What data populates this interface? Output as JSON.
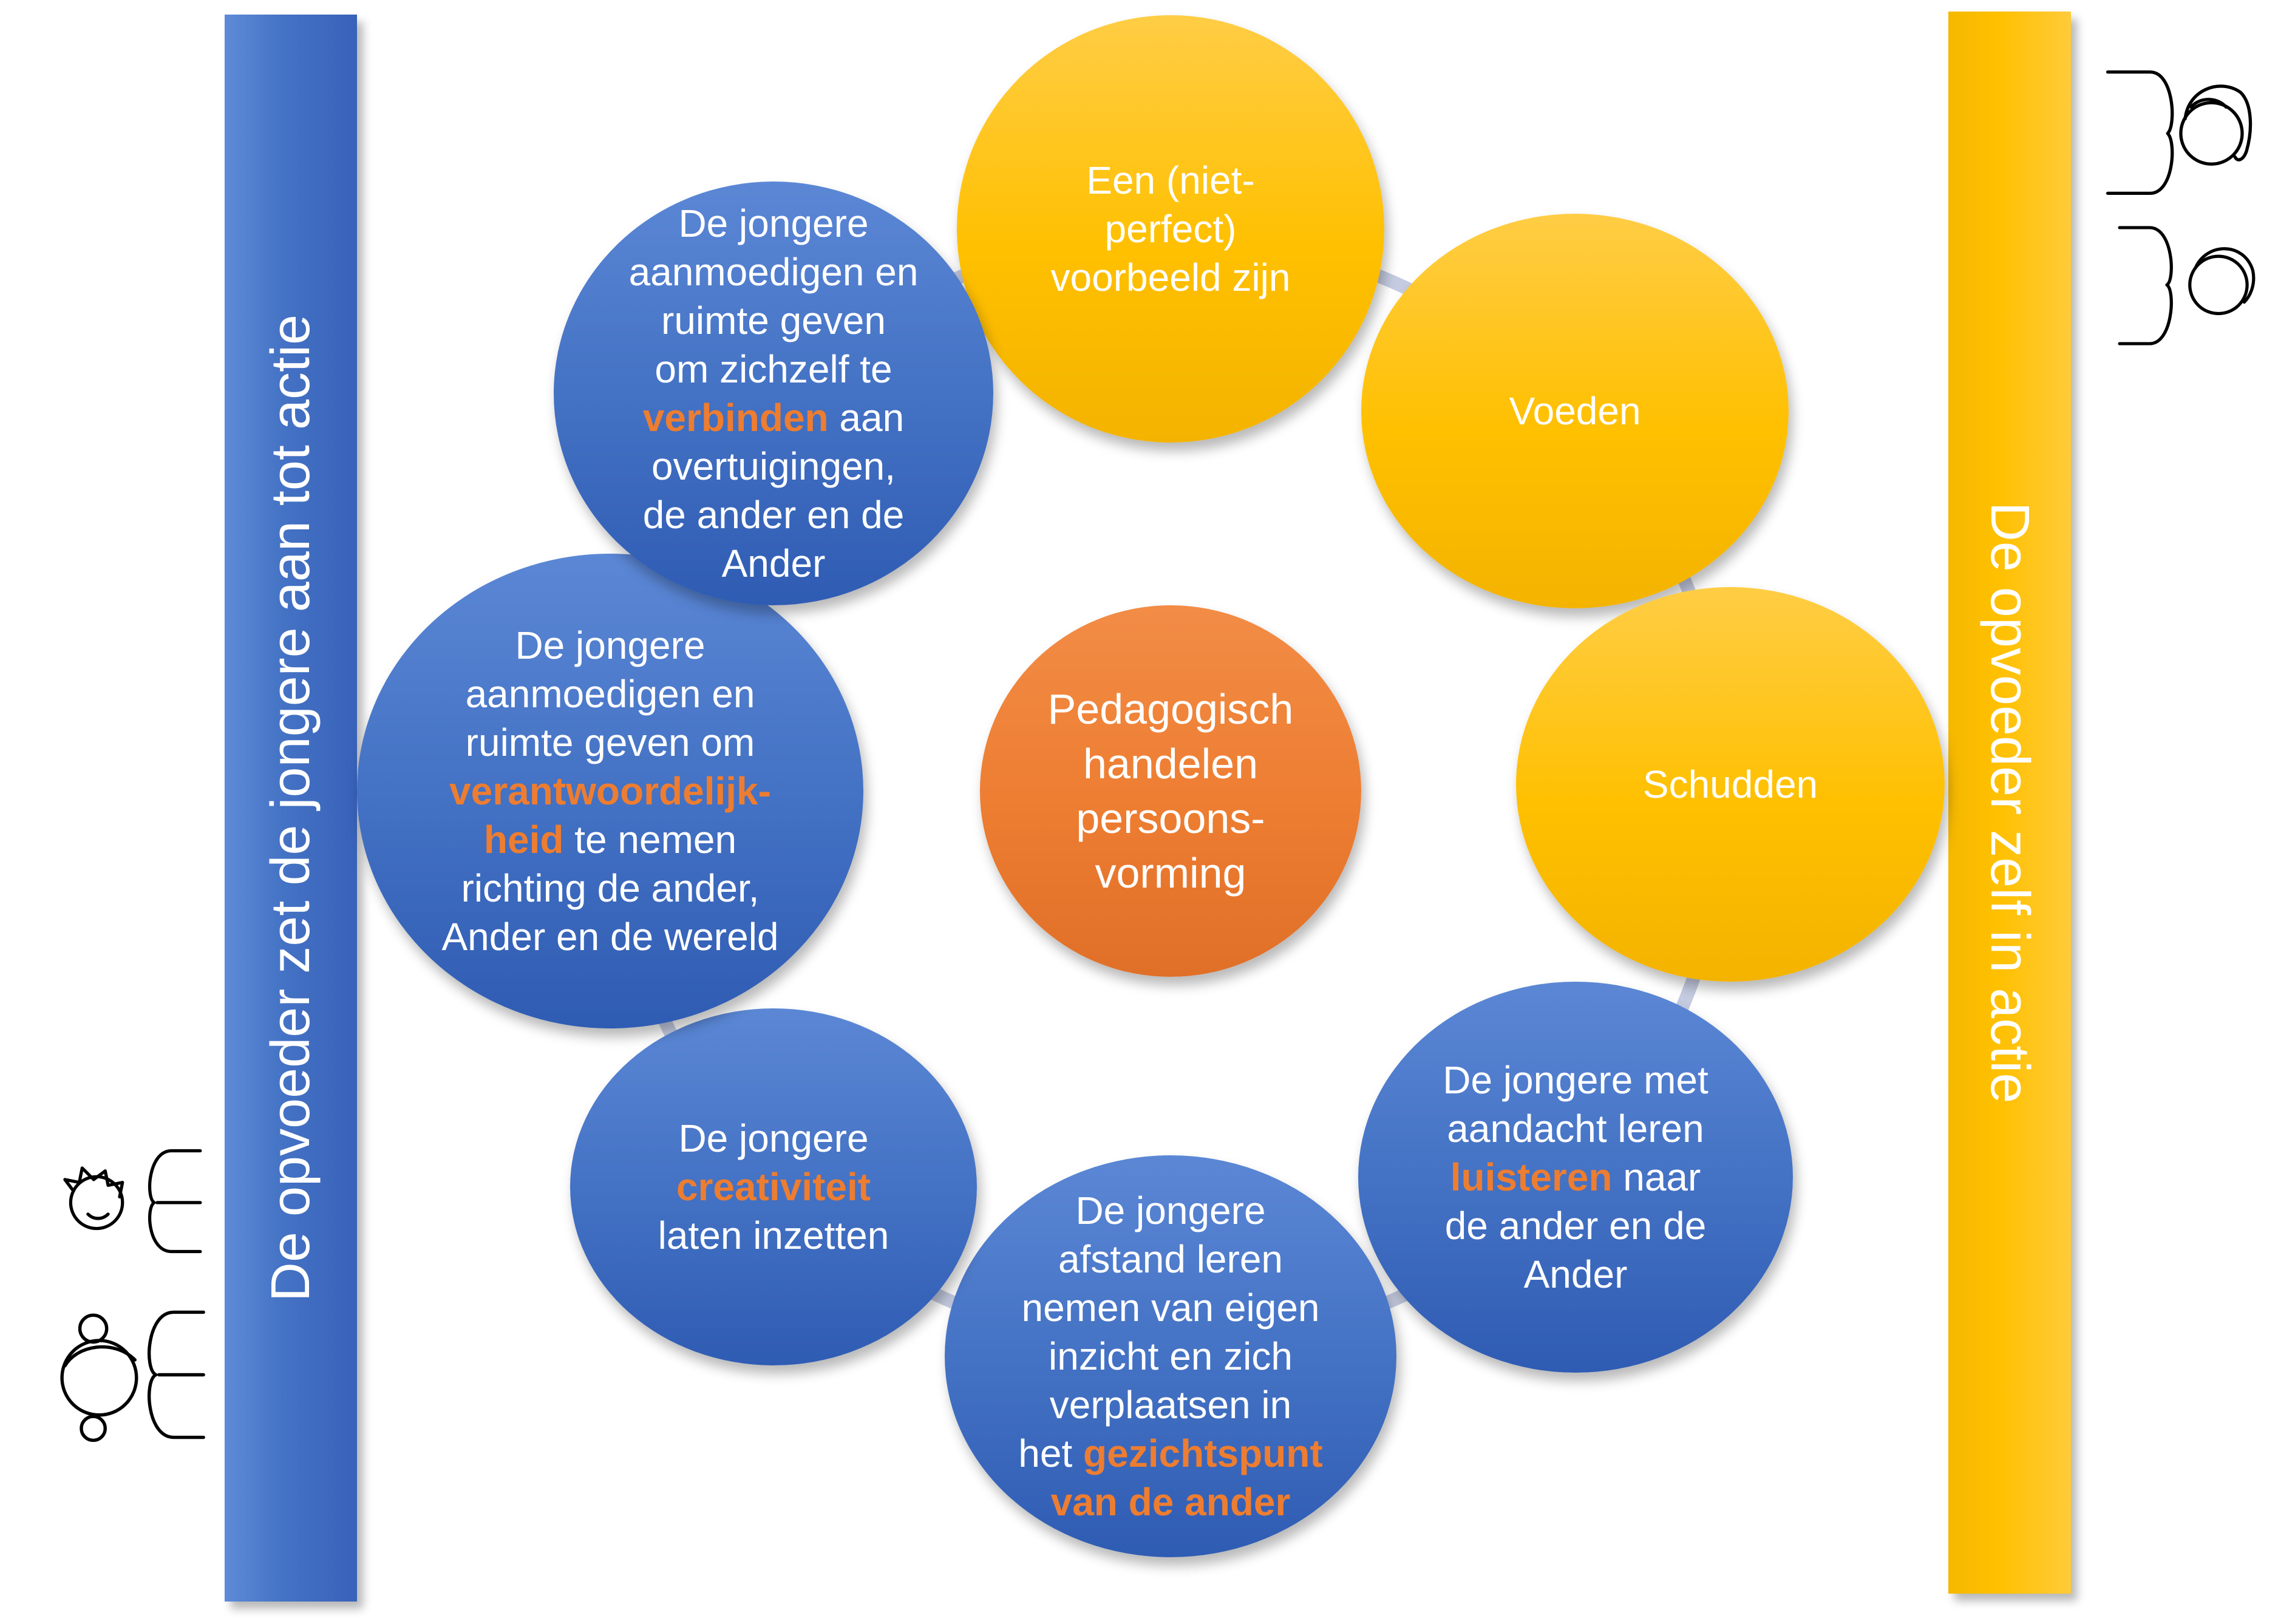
{
  "side_bars": {
    "left_label": "De opvoeder zet de jongere aan tot actie",
    "right_label": "De opvoeder zelf in actie"
  },
  "center": {
    "lines": [
      "Pedagogisch",
      "handelen",
      "persoons-",
      "vorming"
    ]
  },
  "circles": {
    "voorbeeld": {
      "lines": [
        [
          {
            "text": "Een (niet-"
          }
        ],
        [
          {
            "text": "perfect)"
          }
        ],
        [
          {
            "text": "voorbeeld zijn"
          }
        ]
      ]
    },
    "voeden": {
      "lines": [
        [
          {
            "text": "Voeden"
          }
        ]
      ]
    },
    "schudden": {
      "lines": [
        [
          {
            "text": "Schudden"
          }
        ]
      ]
    },
    "luisteren": {
      "lines": [
        [
          {
            "text": "De jongere met"
          }
        ],
        [
          {
            "text": "aandacht leren"
          }
        ],
        [
          {
            "text": "luisteren",
            "emphasis": true
          },
          {
            "text": " naar"
          }
        ],
        [
          {
            "text": "de ander en de"
          }
        ],
        [
          {
            "text": "Ander"
          }
        ]
      ]
    },
    "afstand": {
      "lines": [
        [
          {
            "text": "De jongere"
          }
        ],
        [
          {
            "text": "afstand leren"
          }
        ],
        [
          {
            "text": "nemen van eigen"
          }
        ],
        [
          {
            "text": "inzicht en zich"
          }
        ],
        [
          {
            "text": "verplaatsen in"
          }
        ],
        [
          {
            "text": "het "
          },
          {
            "text": "gezichtspunt",
            "emphasis": true
          }
        ],
        [
          {
            "text": "van de ander",
            "emphasis": true
          }
        ]
      ]
    },
    "creativiteit": {
      "lines": [
        [
          {
            "text": "De jongere"
          }
        ],
        [
          {
            "text": "creativiteit",
            "emphasis": true
          }
        ],
        [
          {
            "text": "laten inzetten"
          }
        ]
      ]
    },
    "verantwoordelijkheid": {
      "lines": [
        [
          {
            "text": "De jongere"
          }
        ],
        [
          {
            "text": "aanmoedigen en"
          }
        ],
        [
          {
            "text": "ruimte geven om"
          }
        ],
        [
          {
            "text": "verantwoordelijk-",
            "emphasis": true
          }
        ],
        [
          {
            "text": "heid",
            "emphasis": true
          },
          {
            "text": " te nemen"
          }
        ],
        [
          {
            "text": "richting de ander,"
          }
        ],
        [
          {
            "text": "Ander en de wereld"
          }
        ]
      ]
    },
    "verbinden": {
      "lines": [
        [
          {
            "text": "De jongere"
          }
        ],
        [
          {
            "text": "aanmoedigen en"
          }
        ],
        [
          {
            "text": "ruimte geven"
          }
        ],
        [
          {
            "text": "om zichzelf te"
          }
        ],
        [
          {
            "text": "verbinden",
            "emphasis": true
          },
          {
            "text": " aan"
          }
        ],
        [
          {
            "text": "overtuigingen,"
          }
        ],
        [
          {
            "text": "de ander en de"
          }
        ],
        [
          {
            "text": "Ander"
          }
        ]
      ]
    }
  },
  "colors": {
    "blue": "#4472C4",
    "yellow": "#FFC000",
    "orange": "#ED7D31",
    "ring": "#C5CBE0",
    "text": "#FFFFFF",
    "emph": "#ED7D31"
  },
  "icons": {
    "top_right": [
      "adult-person-icon",
      "adult-person-icon"
    ],
    "bottom_left": [
      "boy-person-icon",
      "girl-person-icon"
    ]
  }
}
